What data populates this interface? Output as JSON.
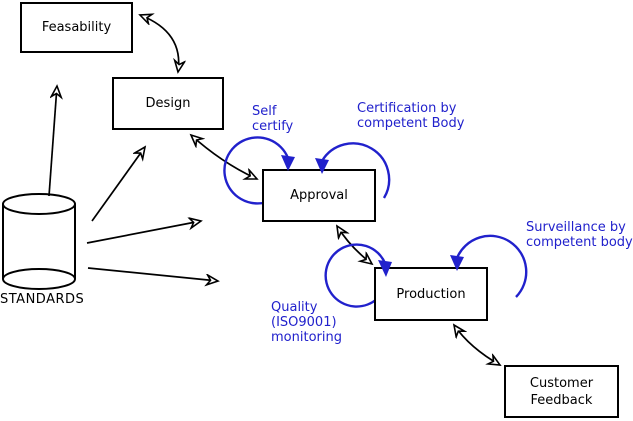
{
  "diagram": {
    "boxes": {
      "feasability": {
        "label": "Feasability"
      },
      "design": {
        "label": "Design"
      },
      "approval": {
        "label": "Approval"
      },
      "production": {
        "label": "Production"
      },
      "customer_feedback": {
        "line1": "Customer",
        "line2": "Feedback"
      }
    },
    "datastore": {
      "label": "STANDARDS"
    },
    "annotations": {
      "self_certify": {
        "line1": "Self",
        "line2": "certify"
      },
      "certification": {
        "line1": "Certification by",
        "line2": "competent Body"
      },
      "surveillance": {
        "line1": "Surveillance by",
        "line2": "competent body"
      },
      "quality": {
        "line1": "Quality",
        "line2": "(ISO9001)",
        "line3": "monitoring"
      }
    },
    "icons": {
      "datastore_cylinder": "database-cylinder-icon",
      "loop_arrow": "self-loop-arrow-icon",
      "flow_arrow": "double-headed-arrow-icon"
    },
    "colors": {
      "annotation_blue": "#2121cc",
      "line_black": "#000000",
      "background": "#ffffff"
    }
  }
}
